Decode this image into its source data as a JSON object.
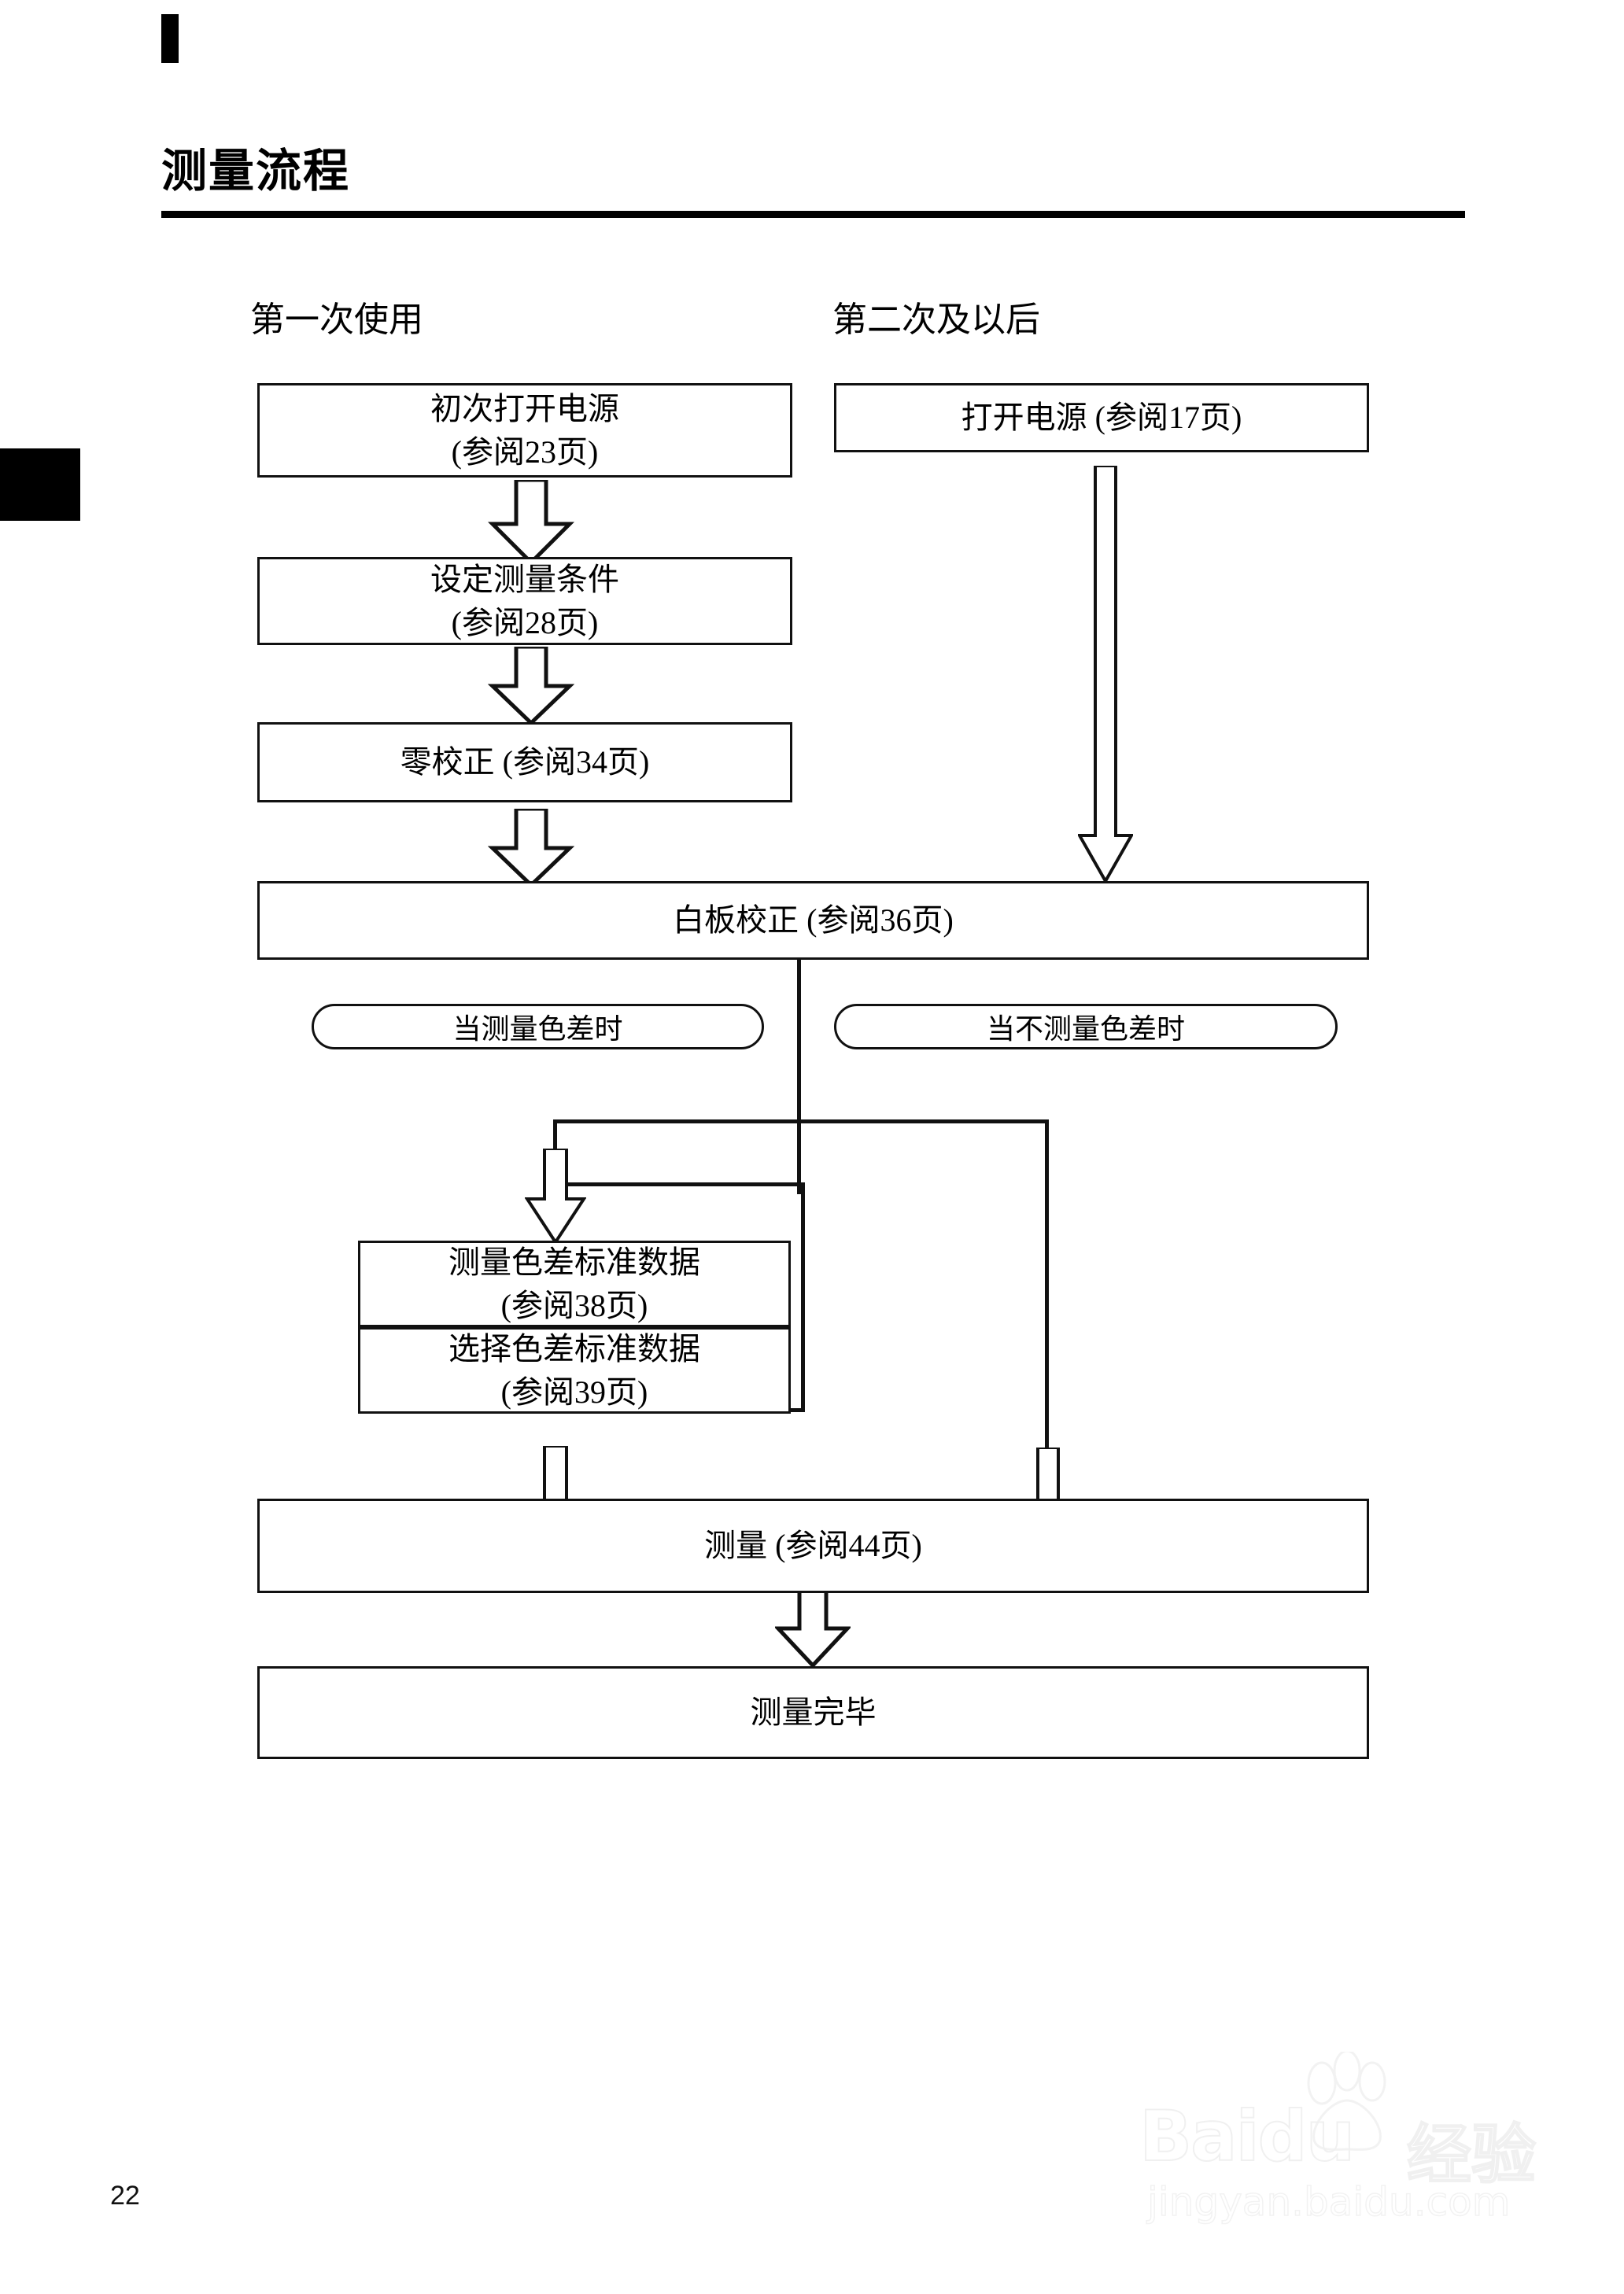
{
  "document": {
    "section_title": "测量流程",
    "page_number": "22"
  },
  "flow": {
    "columns": [
      {
        "label": "第一次使用"
      },
      {
        "label": "第二次及以后"
      }
    ],
    "nodes": [
      {
        "id": "first-power-on",
        "line1": "初次打开电源",
        "line2": "(参阅23页)"
      },
      {
        "id": "power-on",
        "line1": "打开电源 (参阅17页)",
        "line2": ""
      },
      {
        "id": "set-conditions",
        "line1": "设定测量条件",
        "line2": "(参阅28页)"
      },
      {
        "id": "zero-cal",
        "line1": "零校正 (参阅34页)",
        "line2": ""
      },
      {
        "id": "white-cal",
        "line1": "白板校正 (参阅36页)",
        "line2": ""
      },
      {
        "id": "measure-target",
        "line1": "测量色差标准数据",
        "line2": "(参阅38页)"
      },
      {
        "id": "select-target",
        "line1": "选择色差标准数据",
        "line2": "(参阅39页)"
      },
      {
        "id": "measure",
        "line1": "测量 (参阅44页)",
        "line2": ""
      },
      {
        "id": "measure-done",
        "line1": "测量完毕",
        "line2": ""
      }
    ],
    "branches": [
      {
        "id": "with-color-diff",
        "label": "当测量色差时"
      },
      {
        "id": "without-color-diff",
        "label": "当不测量色差时"
      }
    ]
  },
  "watermark": {
    "brand": "Baidu",
    "brand_cn": "经验",
    "url": "jingyan.baidu.com"
  }
}
